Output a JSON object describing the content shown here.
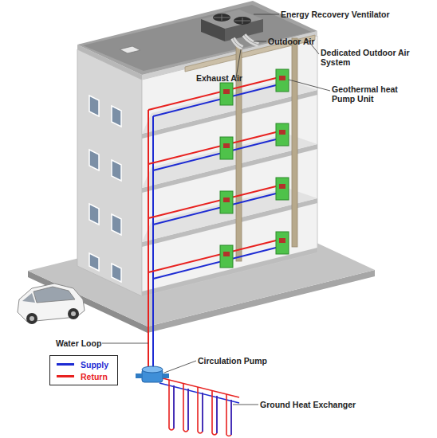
{
  "diagram": {
    "labels": [
      "Energy Recovery Ventilator",
      "Outdoor Air",
      "Exhaust Air",
      "Dedicated Outdoor Air System",
      "Geothermal heat Pump Unit",
      "Water Loop",
      "Circulation Pump",
      "Ground Heat Exchanger"
    ],
    "legend": [
      {
        "text": "Supply",
        "color": "#1d2bd3"
      },
      {
        "text": "Return",
        "color": "#e8211f"
      }
    ]
  }
}
